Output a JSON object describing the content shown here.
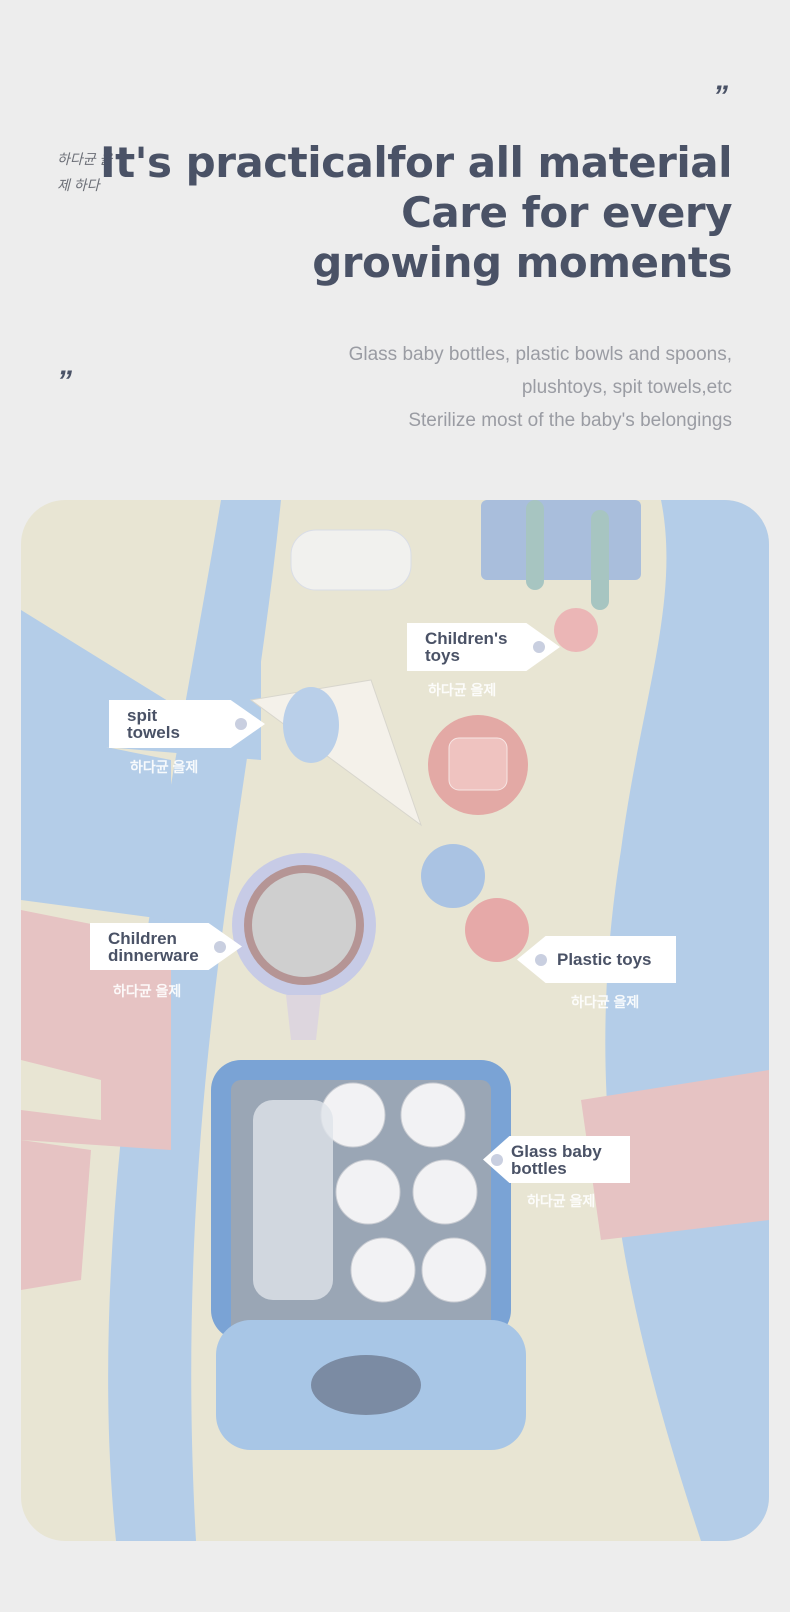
{
  "header": {
    "quote_open": "”",
    "quote_close": "”",
    "korean_side": "하다균 을 제 하다",
    "headline": [
      "It's practicalfor all material",
      "Care for every",
      "growing moments"
    ],
    "description": [
      "Glass baby bottles, plastic bowls and spoons,",
      "plushtoys, spit towels,etc",
      "Sterilize most of the baby's belongings"
    ]
  },
  "labels": [
    {
      "title": "Children's toys",
      "sub": "하다균 을제"
    },
    {
      "title": "spit towels",
      "sub": "하다균 을제"
    },
    {
      "title": "Children dinnerware",
      "sub": "하다균 을제"
    },
    {
      "title": "Plastic toys",
      "sub": "하다균 을제"
    },
    {
      "title": "Glass baby bottles",
      "sub": "하다균 을제"
    }
  ],
  "colors": {
    "text": "#4a5266",
    "background": "#ededed",
    "road": "#b4cde8",
    "mat": "#e8e5d3",
    "pink": "#e6c3c3"
  }
}
